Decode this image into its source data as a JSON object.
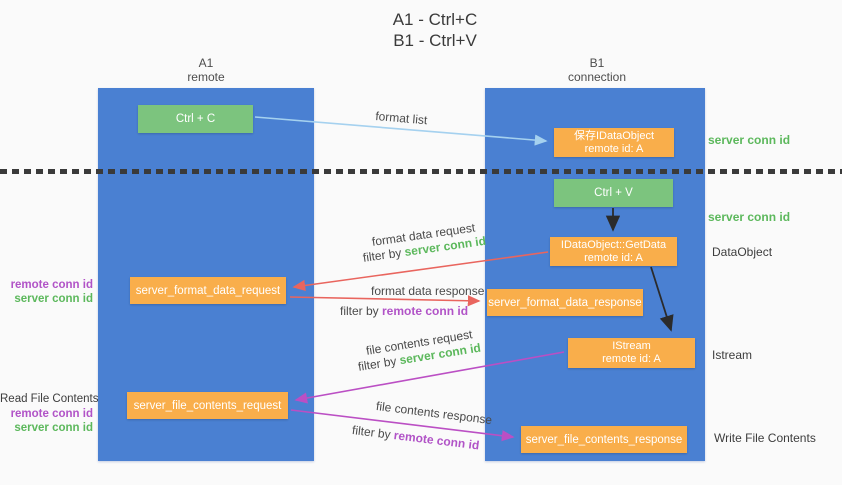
{
  "title": {
    "line1": "A1 - Ctrl+C",
    "line2": "B1 - Ctrl+V"
  },
  "lanes": {
    "left": {
      "id": "A1",
      "name": "remote"
    },
    "right": {
      "id": "B1",
      "name": "connection"
    }
  },
  "boxes": {
    "ctrl_c": "Ctrl + C",
    "ctrl_v": "Ctrl + V",
    "save_dataobject": {
      "line1": "保存IDataObject",
      "line2": "remote id: A"
    },
    "getdata": {
      "line1": "IDataObject::GetData",
      "line2": "remote id: A"
    },
    "istream": {
      "line1": "IStream",
      "line2": "remote id: A"
    },
    "format_request": "server_format_data_request",
    "format_response": "server_format_data_response",
    "file_request": "server_file_contents_request",
    "file_response": "server_file_contents_response"
  },
  "arrow_labels": {
    "format_list": "format list",
    "format_data_request": "format data request",
    "format_data_response": "format data response",
    "file_contents_request": "file contents request",
    "file_contents_response": "file contents response",
    "filter_by": "filter by "
  },
  "conn_ids": {
    "server": "server conn id",
    "remote": "remote conn id"
  },
  "side_labels": {
    "dataobject": "DataObject",
    "istream": "Istream",
    "read_file_contents": "Read File Contents",
    "write_file_contents": "Write File Contents"
  },
  "colors": {
    "lane_blue": "#4a80d2",
    "box_green": "#7cc47e",
    "box_orange": "#f9ae4b",
    "arrow_red": "#e9655e",
    "arrow_magenta": "#bb4fc4",
    "arrow_lightblue": "#a5d1ef",
    "arrow_black": "#2b2b2b",
    "text_green": "#5cb85c",
    "text_purple": "#b153c7"
  }
}
